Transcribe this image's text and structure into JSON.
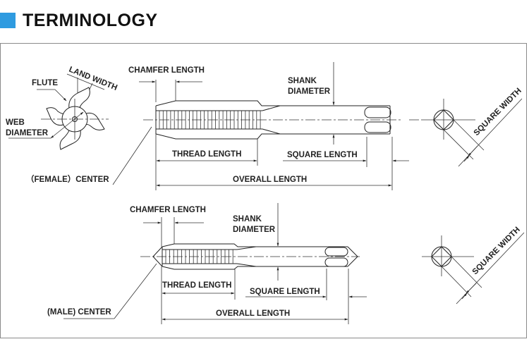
{
  "header": {
    "title": "TERMINOLOGY",
    "accent_color": "#2f9be0"
  },
  "cross_section": {
    "flute": "FLUTE",
    "land_width": "LAND WIDTH",
    "web_diameter_line1": "WEB",
    "web_diameter_line2": "DIAMETER"
  },
  "female_tap": {
    "chamfer_length": "CHAMFER LENGTH",
    "shank_diameter_line1": "SHANK",
    "shank_diameter_line2": "DIAMETER",
    "thread_length": "THREAD LENGTH",
    "square_length": "SQUARE LENGTH",
    "overall_length": "OVERALL LENGTH",
    "center": "（FEMALE）CENTER",
    "square_width": "SQUARE WIDTH"
  },
  "male_tap": {
    "chamfer_length": "CHAMFER LENGTH",
    "shank_diameter_line1": "SHANK",
    "shank_diameter_line2": "DIAMETER",
    "thread_length": "THREAD LENGTH",
    "square_length": "SQUARE LENGTH",
    "overall_length": "OVERALL LENGTH",
    "center": "(MALE) CENTER",
    "square_width": "SQUARE WIDTH"
  }
}
